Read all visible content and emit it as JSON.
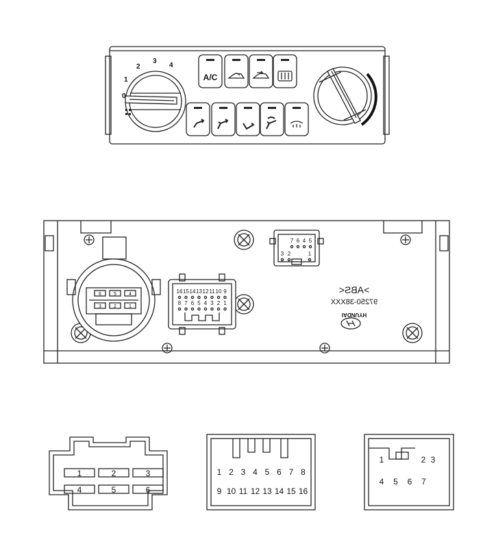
{
  "front_panel": {
    "fan_labels": [
      "0",
      "1",
      "2",
      "3",
      "4"
    ],
    "ac_label": "A/C",
    "icons": [
      "recirculation-icon",
      "fresh-air-icon",
      "rear-defrost-icon",
      "vent-face-icon",
      "vent-bi-level-icon",
      "vent-floor-icon",
      "vent-floor-defrost-icon",
      "defrost-icon",
      "fan-icon"
    ]
  },
  "rear_panel": {
    "part_number": "97250-38XXX",
    "material": ">ABS<",
    "brand": "HYUNDAI",
    "connector_small_top": [
      "7",
      "6",
      "4",
      "5"
    ],
    "connector_small_bottom": [
      "3",
      "2",
      "1"
    ],
    "connector_16_top": [
      "16",
      "15",
      "14",
      "13",
      "12",
      "11",
      "10",
      "9"
    ],
    "connector_16_bottom": [
      "8",
      "7",
      "6",
      "5",
      "4",
      "3",
      "2",
      "1"
    ],
    "connector_round_top": [
      "6",
      "5",
      "4"
    ],
    "connector_round_bottom": [
      "3",
      "2",
      "1"
    ]
  },
  "connectors": {
    "six_pin_top": [
      "1",
      "2",
      "3"
    ],
    "six_pin_bottom": [
      "4",
      "5",
      "6"
    ],
    "sixteen_pin_top": [
      "1",
      "2",
      "3",
      "4",
      "5",
      "6",
      "7",
      "8"
    ],
    "sixteen_pin_bottom": [
      "9",
      "10",
      "11",
      "12",
      "13",
      "14",
      "15",
      "16"
    ],
    "seven_pin_top": [
      "1",
      "2",
      "3"
    ],
    "seven_pin_bottom": [
      "4",
      "5",
      "6",
      "7"
    ]
  }
}
